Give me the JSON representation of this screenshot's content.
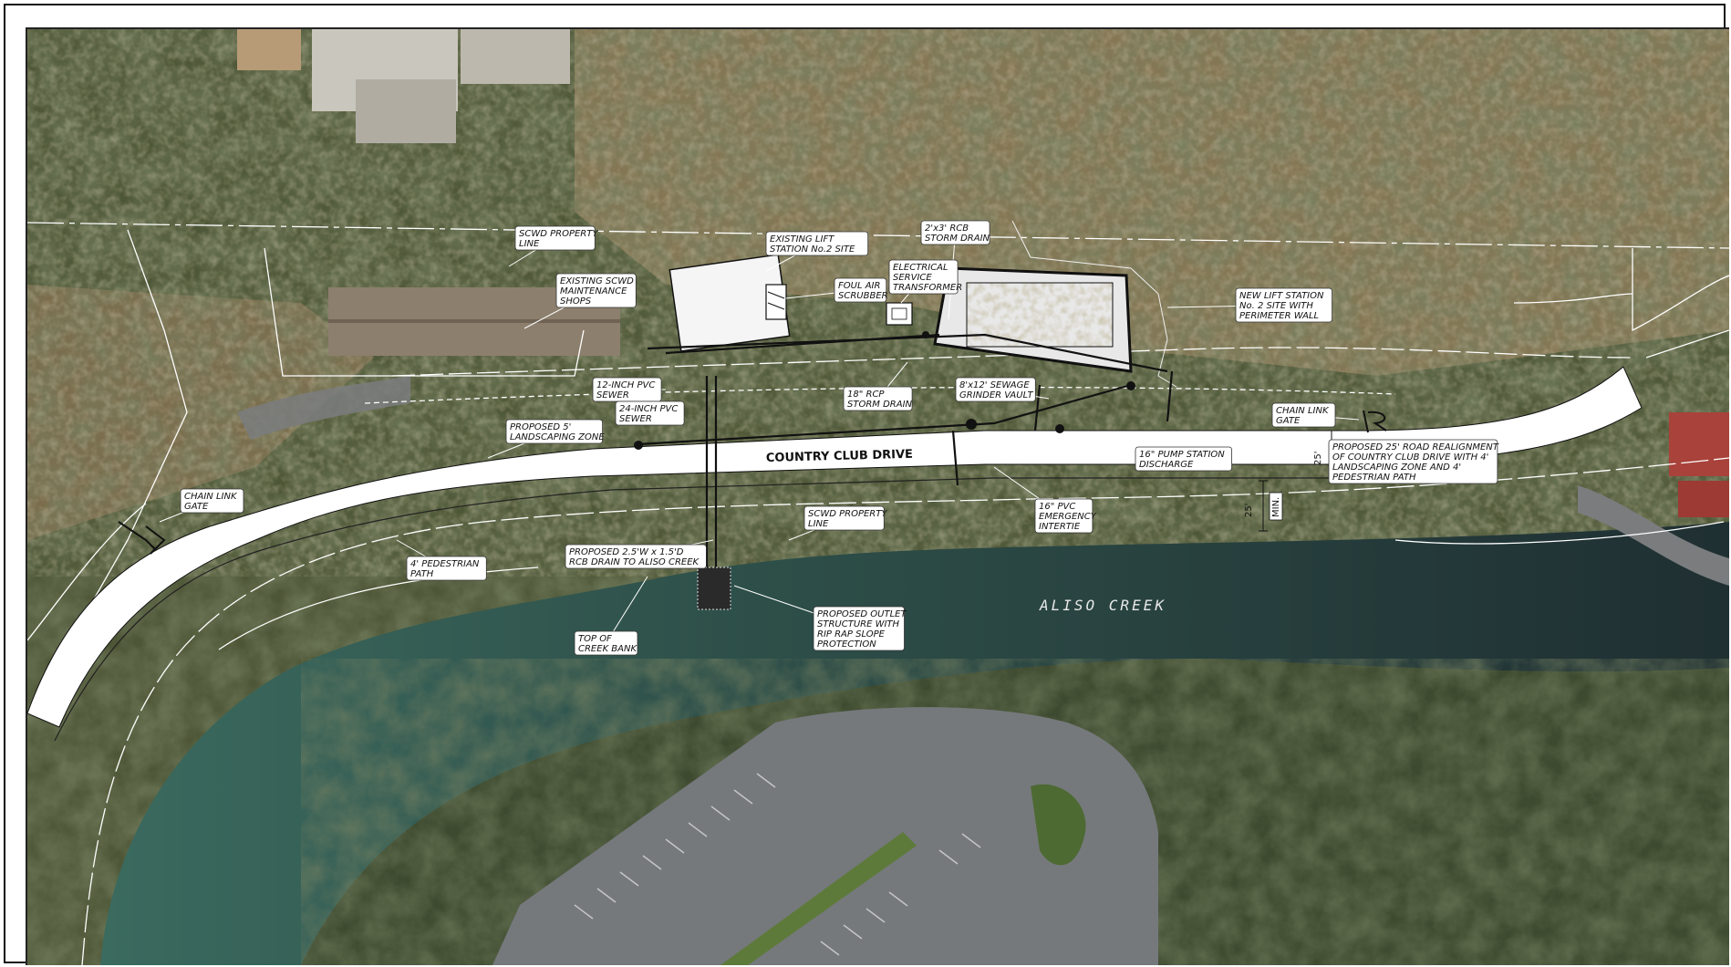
{
  "colors": {
    "vegetation_dark": "#3e4a2e",
    "vegetation_light": "#6b7442",
    "brush_brown": "#8a7a55",
    "water": "#2f4a45",
    "water_light": "#4e7a70",
    "pavement": "#6a6e72",
    "road_proposed": "#ffffff",
    "linework": "#ffffff"
  },
  "map": {
    "road_name": "COUNTRY CLUB DRIVE",
    "creek_name": "ALISO CREEK",
    "labels": {
      "scwd_property_line_top": [
        "SCWD PROPERTY",
        "LINE"
      ],
      "existing_lift_station": [
        "EXISTING LIFT",
        "STATION No.2 SITE"
      ],
      "rcb_storm_drain": [
        "2'x3' RCB",
        "STORM DRAIN"
      ],
      "existing_shops": [
        "EXISTING SCWD",
        "MAINTENANCE",
        "SHOPS"
      ],
      "foul_air": [
        "FOUL AIR",
        "SCRUBBER"
      ],
      "electrical": [
        "ELECTRICAL",
        "SERVICE",
        "TRANSFORMER"
      ],
      "new_lift_station": [
        "NEW LIFT STATION",
        "No. 2 SITE WITH",
        "PERIMETER WALL"
      ],
      "pvc_12": [
        "12-INCH PVC",
        "SEWER"
      ],
      "pvc_24": [
        "24-INCH PVC",
        "SEWER"
      ],
      "rcp_18": [
        "18\" RCP",
        "STORM DRAIN"
      ],
      "grinder_vault": [
        "8'x12' SEWAGE",
        "GRINDER VAULT"
      ],
      "chain_link_right": [
        "CHAIN LINK",
        "GATE"
      ],
      "landscaping_zone": [
        "PROPOSED 5'",
        "LANDSCAPING ZONE"
      ],
      "pump_discharge": [
        "16\" PUMP STATION",
        "DISCHARGE"
      ],
      "road_realignment": [
        "PROPOSED 25' ROAD REALIGNMENT",
        "OF COUNTRY CLUB DRIVE WITH 4'",
        "LANDSCAPING ZONE AND 4'",
        "PEDESTRIAN PATH"
      ],
      "chain_link_left": [
        "CHAIN LINK",
        "GATE"
      ],
      "emergency_intertie": [
        "16\" PVC",
        "EMERGENCY",
        "INTERTIE"
      ],
      "scwd_property_line_mid": [
        "SCWD PROPERTY",
        "LINE"
      ],
      "rcb_drain": [
        "PROPOSED 2.5'W x 1.5'D",
        "RCB DRAIN TO ALISO CREEK"
      ],
      "pedestrian_path": [
        "4' PEDESTRIAN",
        "PATH"
      ],
      "outlet_structure": [
        "PROPOSED OUTLET",
        "STRUCTURE WITH",
        "RIP RAP SLOPE",
        "PROTECTION"
      ],
      "creek_bank": [
        "TOP OF",
        "CREEK BANK"
      ]
    },
    "dimensions": {
      "road_width": "25'",
      "min_width": "25'",
      "min_label": "MIN."
    }
  }
}
